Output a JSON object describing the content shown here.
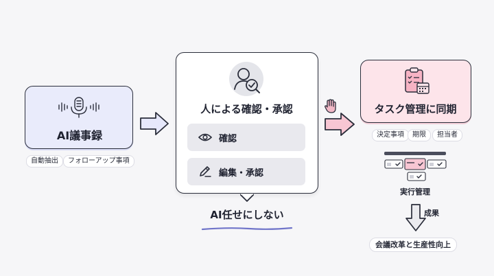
{
  "left_card": {
    "title": "AI議事録"
  },
  "left_tags": [
    "自動抽出",
    "フォローアップ事項"
  ],
  "middle_card": {
    "title": "人による確認・承認",
    "steps": [
      {
        "label": "確認"
      },
      {
        "label": "編集・承認"
      }
    ]
  },
  "middle_caption": "AI任せにしない",
  "right_card": {
    "title": "タスク管理に同期"
  },
  "right_tags": [
    "決定事項",
    "期限",
    "担当者"
  ],
  "exec": {
    "label": "実行管理"
  },
  "down_arrow_label": "成果",
  "outcome": "会議改革と生産性向上",
  "colors": {
    "left_bg": "#e9ebfb",
    "arrow_fill": "#e6e8fb",
    "right_bg": "#fde4ea",
    "right_arrow_fill": "#f7c6d3",
    "accent_line": "#6f74c9"
  }
}
